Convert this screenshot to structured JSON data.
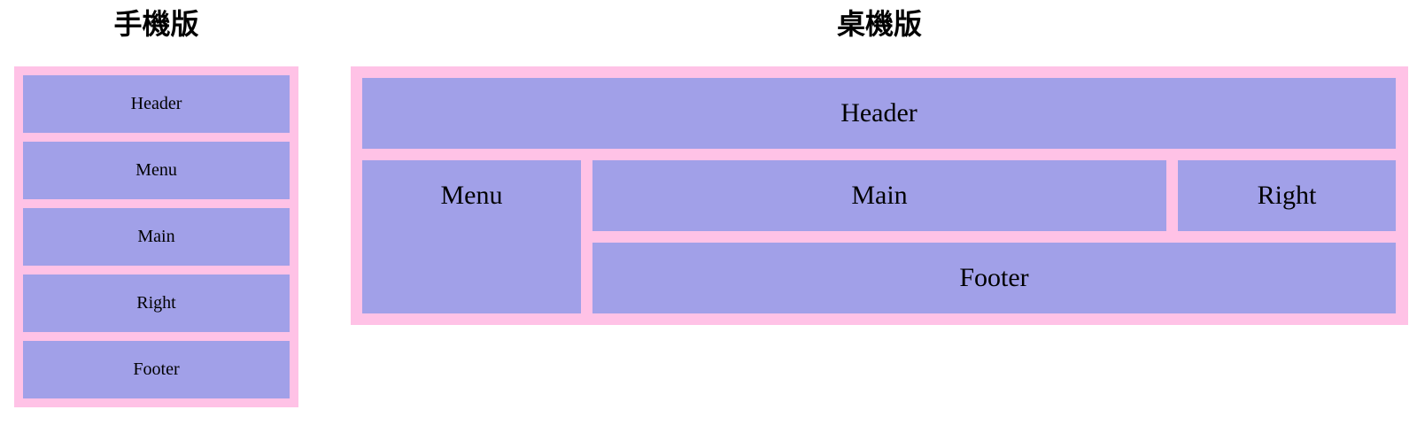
{
  "mobile": {
    "title": "手機版",
    "boxes": {
      "header": "Header",
      "menu": "Menu",
      "main": "Main",
      "right": "Right",
      "footer": "Footer"
    }
  },
  "desktop": {
    "title": "桌機版",
    "boxes": {
      "header": "Header",
      "menu": "Menu",
      "main": "Main",
      "right": "Right",
      "footer": "Footer"
    }
  },
  "colors": {
    "container_pink": "#ffc2e6",
    "box_purple": "#a1a0e8",
    "text_black": "#000000"
  }
}
